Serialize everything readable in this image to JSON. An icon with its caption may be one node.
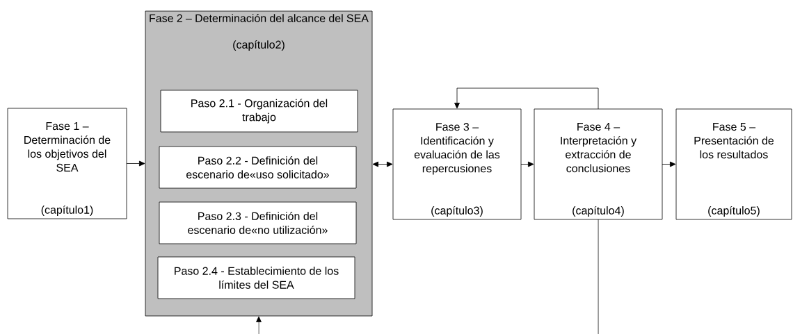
{
  "diagram": {
    "nodes": [
      {
        "text": [
          "Fase 1 – Determinación de los objetivos del SEA",
          "(capítulo1)"
        ]
      },
      {
        "text": [
          "Fase 2 – Determinación del alcance del SEA",
          "(capítulo2)"
        ]
      },
      {
        "text": [
          "Paso 2.1 - Organización del trabajo"
        ],
        "in": 1
      },
      {
        "text": [
          "Paso 2.2 - Definición del escenario de«uso solicitado»"
        ],
        "in": 1
      },
      {
        "text": [
          "Paso 2.3 - Definición del escenario de«no utilización»"
        ],
        "in": 1
      },
      {
        "text": [
          "Paso 2.4 - Establecimiento de los límites del SEA"
        ],
        "in": 1
      },
      {
        "text": [
          "Fase 3 – Identificación y evaluación de las repercusiones",
          "(capítulo3)"
        ]
      },
      {
        "text": [
          "Fase 4 – Interpretación y extracción de conclusiones",
          "(capítulo4)"
        ]
      },
      {
        "text": [
          "Fase 5 – Presentación de los resultados",
          "(capítulo5)"
        ]
      }
    ],
    "edges": [
      {
        "from": 0,
        "to": 1,
        "arrow": "to"
      },
      {
        "from": 1,
        "to": 6,
        "arrow": "both"
      },
      {
        "from": 6,
        "to": 7,
        "arrow": "to"
      },
      {
        "from": 7,
        "to": 8,
        "arrow": "to"
      },
      {
        "from": 7,
        "to": 6,
        "arrow": "to"
      },
      {
        "from": 7,
        "to": null,
        "arrow": "none"
      },
      {
        "from": null,
        "to": 1,
        "arrow": "to"
      }
    ]
  }
}
